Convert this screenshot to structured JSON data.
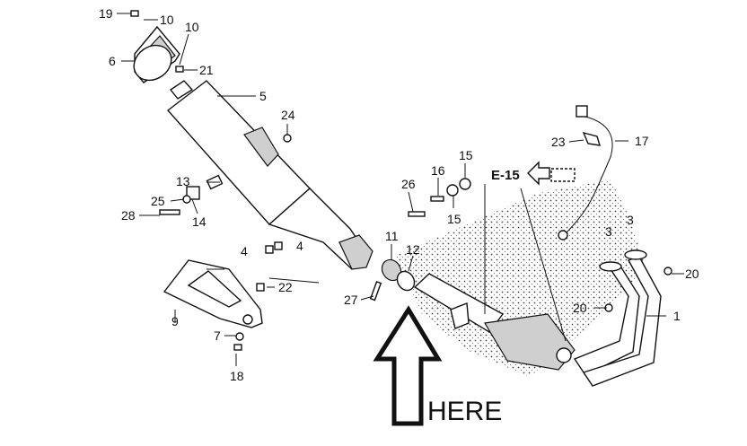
{
  "callouts": [
    {
      "id": "c19",
      "text": "19"
    },
    {
      "id": "c10a",
      "text": "10"
    },
    {
      "id": "c10b",
      "text": "10"
    },
    {
      "id": "c6",
      "text": "6"
    },
    {
      "id": "c21",
      "text": "21"
    },
    {
      "id": "c5",
      "text": "5"
    },
    {
      "id": "c24",
      "text": "24"
    },
    {
      "id": "c13",
      "text": "13"
    },
    {
      "id": "c25",
      "text": "25"
    },
    {
      "id": "c14",
      "text": "14"
    },
    {
      "id": "c28",
      "text": "28"
    },
    {
      "id": "c4a",
      "text": "4"
    },
    {
      "id": "c4b",
      "text": "4"
    },
    {
      "id": "c22",
      "text": "22"
    },
    {
      "id": "c9",
      "text": "9"
    },
    {
      "id": "c7",
      "text": "7"
    },
    {
      "id": "c18",
      "text": "18"
    },
    {
      "id": "c11",
      "text": "11"
    },
    {
      "id": "c12",
      "text": "12"
    },
    {
      "id": "c27",
      "text": "27"
    },
    {
      "id": "c26",
      "text": "26"
    },
    {
      "id": "c16",
      "text": "16"
    },
    {
      "id": "c15a",
      "text": "15"
    },
    {
      "id": "c15b",
      "text": "15"
    },
    {
      "id": "c23",
      "text": "23"
    },
    {
      "id": "c17",
      "text": "17"
    },
    {
      "id": "c3a",
      "text": "3"
    },
    {
      "id": "c3b",
      "text": "3"
    },
    {
      "id": "c20a",
      "text": "20"
    },
    {
      "id": "c20b",
      "text": "20"
    },
    {
      "id": "c1",
      "text": "1"
    }
  ],
  "reference": {
    "text": "E-15"
  },
  "annotation": {
    "text": "HERE"
  }
}
